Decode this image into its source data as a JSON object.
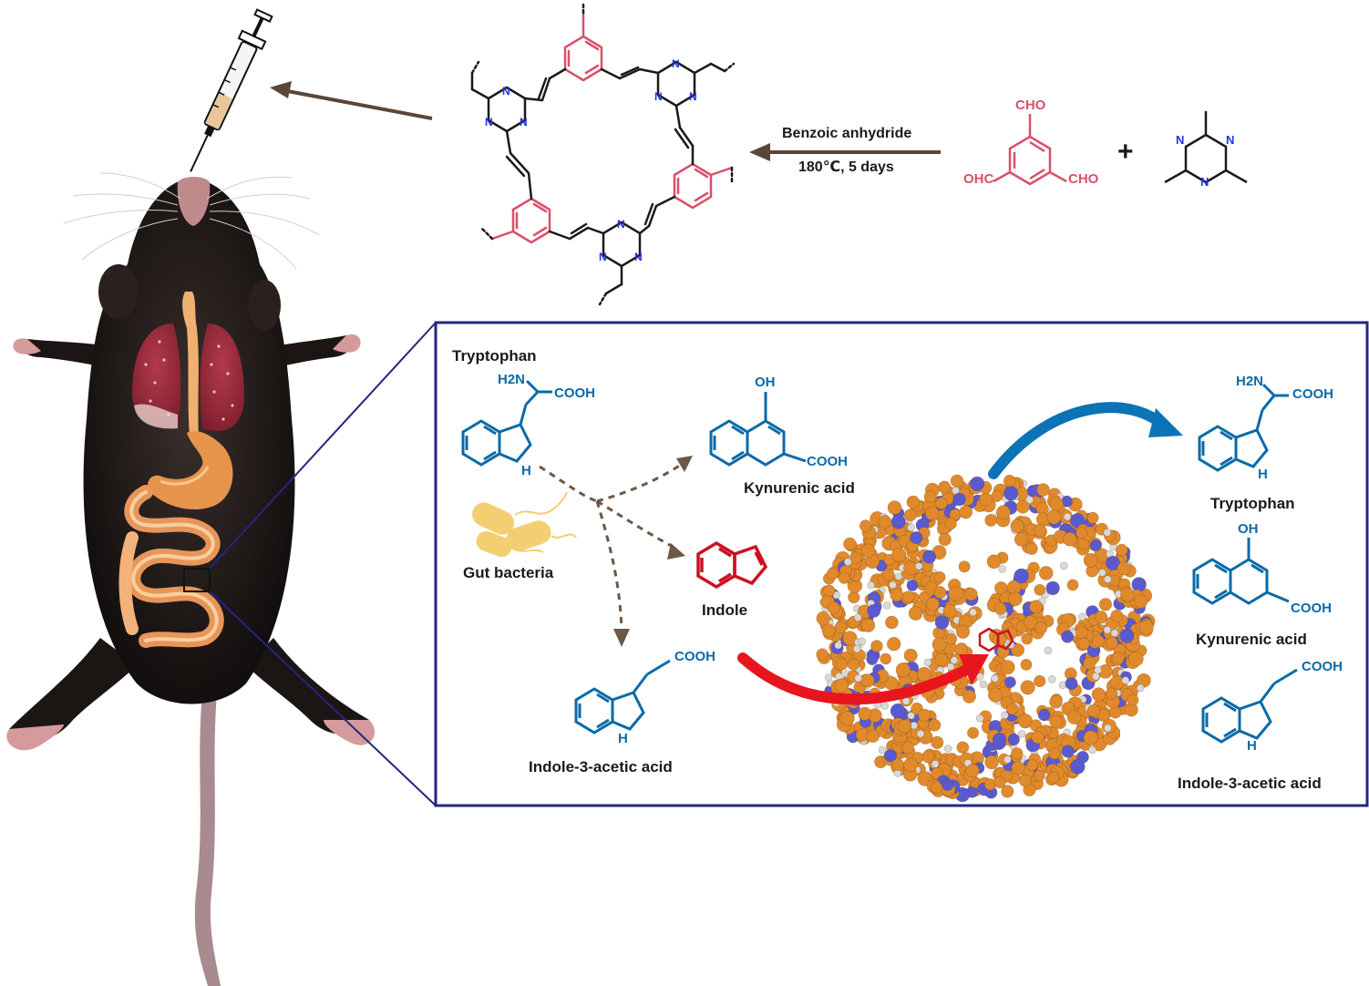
{
  "synthesis": {
    "reagent": "Benzoic anhydride",
    "conditions": "180℃, 5 days",
    "aldehyde_sub1": "CHO",
    "aldehyde_sub2": "OHC",
    "aldehyde_sub3": "CHO",
    "plus": "+",
    "nitrogen": "N"
  },
  "inset": {
    "tryptophan_label": "Tryptophan",
    "gut_bacteria": "Gut bacteria",
    "kynurenic_label": "Kynurenic acid",
    "indole_label": "Indole",
    "iaa_label": "Indole-3-acetic acid",
    "right_tryptophan": "Tryptophan",
    "right_kynurenic": "Kynurenic acid",
    "right_iaa": "Indole-3-acetic acid",
    "cooh": "COOH",
    "nh2": "H2N",
    "oh": "OH",
    "nh": "H"
  },
  "colors": {
    "frame": "#252584",
    "arrow_brown": "#5a4638",
    "dash_brown": "#6b5846",
    "molecule_blue": "#0a6aa8",
    "indole_red": "#cc1122",
    "red_arrow": "#e8151f",
    "blue_arrow": "#0b73b6",
    "cof_orange": "#e08a2c",
    "cof_blue": "#5a5ad0",
    "pink": "#d9506b",
    "triazine_blue": "#2233dd"
  }
}
